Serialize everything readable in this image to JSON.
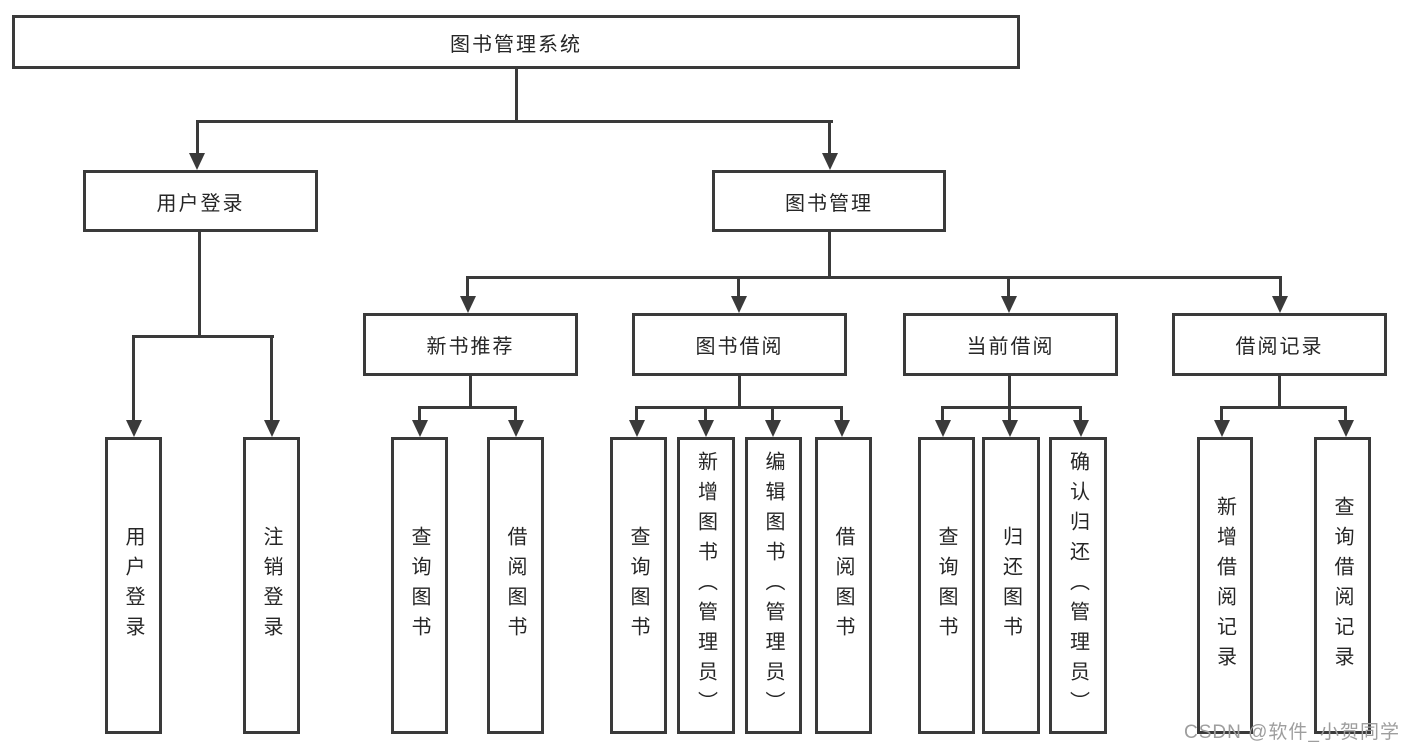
{
  "diagram": {
    "root": {
      "label": "图书管理系统"
    },
    "level1": [
      {
        "label": "用户登录"
      },
      {
        "label": "图书管理"
      }
    ],
    "level2": [
      {
        "label": "新书推荐"
      },
      {
        "label": "图书借阅"
      },
      {
        "label": "当前借阅"
      },
      {
        "label": "借阅记录"
      }
    ],
    "leaves": {
      "user_login": [
        {
          "label": "用户登录"
        },
        {
          "label": "注销登录"
        }
      ],
      "new_book": [
        {
          "label": "查询图书"
        },
        {
          "label": "借阅图书"
        }
      ],
      "book_borrow": [
        {
          "label": "查询图书"
        },
        {
          "label": "新增图书（管理员）"
        },
        {
          "label": "编辑图书（管理员）"
        },
        {
          "label": "借阅图书"
        }
      ],
      "current_borrow": [
        {
          "label": "查询图书"
        },
        {
          "label": "归还图书"
        },
        {
          "label": "确认归还（管理员）"
        }
      ],
      "borrow_record": [
        {
          "label": "新增借阅记录"
        },
        {
          "label": "查询借阅记录"
        }
      ]
    }
  },
  "watermark": {
    "text": "CSDN @软件_小贺同学"
  },
  "colors": {
    "line": "#3a3a3a",
    "text": "#262626",
    "background": "#ffffff",
    "watermark": "#9e9e9e"
  }
}
